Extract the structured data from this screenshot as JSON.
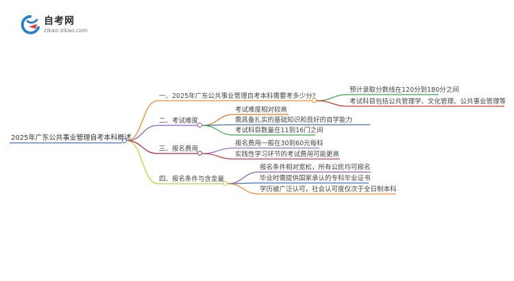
{
  "site": {
    "title": "自考网",
    "domain": "zikao-zikao.com"
  },
  "mindmap": {
    "root": "2025年广东公共事业管理自考本科概述",
    "branches": [
      {
        "label": "一、2025年广东公共事业管理自考本科需要考多少分?",
        "color": "#f08c28",
        "children": [
          {
            "label": "预计录取分数线在120分到180分之间",
            "color": "#3aa54a"
          },
          {
            "label": "考试科目包括公共管理学、文化管理、公共事业管理等",
            "color": "#d9342b"
          }
        ]
      },
      {
        "label": "二、考试难度",
        "color": "#8e5bbf",
        "children": [
          {
            "label": "考试难度相对较高",
            "color": "#e0782a"
          },
          {
            "label": "需具备扎实的基础知识和良好的自学能力",
            "color": "#3a6fb8"
          },
          {
            "label": "考试科目数量在11到16门之间",
            "color": "#3aa54a"
          }
        ]
      },
      {
        "label": "三、报名费用",
        "color": "#b52a4a",
        "children": [
          {
            "label": "报名费用一般在30到60元每科",
            "color": "#9a6ad0"
          },
          {
            "label": "实践性学习环节的考试费用可能更高",
            "color": "#c8394a"
          }
        ]
      },
      {
        "label": "四、报名条件与含金量",
        "color": "#c4cf3a",
        "children": [
          {
            "label": "报名条件相对宽松，所有公民均可报名",
            "color": "#8e5bbf"
          },
          {
            "label": "毕业时需提供国家承认的专科毕业证书",
            "color": "#3a6fb8"
          },
          {
            "label": "学历被广泛认可，社会认可度仅次于全日制本科",
            "color": "#f08c28"
          }
        ]
      }
    ]
  },
  "colors": {
    "root_line": "#3a6fb8",
    "logo_blue": "#2f7fc6",
    "logo_red": "#e2403a"
  }
}
